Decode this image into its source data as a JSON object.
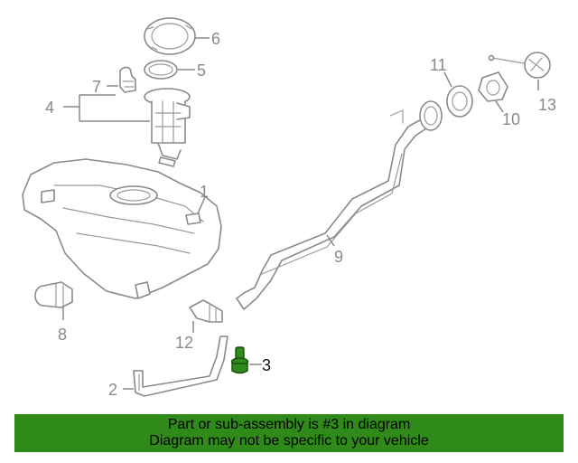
{
  "diagram": {
    "callouts": [
      "1",
      "2",
      "3",
      "4",
      "5",
      "6",
      "7",
      "8",
      "9",
      "10",
      "11",
      "12",
      "13"
    ],
    "highlighted_callout": "3",
    "highlight_color": "#2f8a1a",
    "line_color": "#8a8a8a"
  },
  "banner": {
    "line1": "Part or sub-assembly is #3 in diagram",
    "line2": "Diagram may not be specific to your vehicle",
    "background": "#2f8a1a"
  }
}
